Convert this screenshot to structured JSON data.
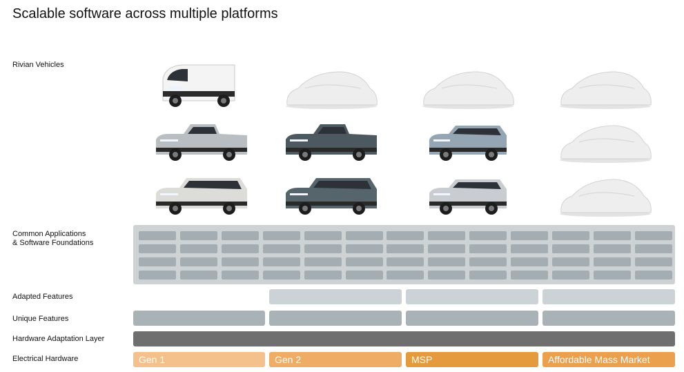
{
  "title": "Scalable software across multiple platforms",
  "rows": {
    "vehicles": "Rivian Vehicles",
    "common_line1": "Common Applications",
    "common_line2": "& Software Foundations",
    "adapted": "Adapted Features",
    "unique": "Unique Features",
    "hal": "Hardware Adaptation Layer",
    "electrical": "Electrical Hardware"
  },
  "platforms": [
    {
      "label": "Gen 1",
      "color": "#f4c08c"
    },
    {
      "label": "Gen 2",
      "color": "#efac64"
    },
    {
      "label": "MSP",
      "color": "#e69a3e"
    },
    {
      "label": "Affordable Mass Market",
      "color": "#eba04e"
    }
  ],
  "vehicles": [
    [
      {
        "kind": "van",
        "color": "#f4f4f4"
      },
      {
        "kind": "pickup",
        "color": "#b9bec3"
      },
      {
        "kind": "suv",
        "color": "#dcdcd8"
      }
    ],
    [
      {
        "kind": "covered",
        "color": "#eeeeee"
      },
      {
        "kind": "pickup",
        "color": "#4d5961"
      },
      {
        "kind": "suv",
        "color": "#56646b"
      }
    ],
    [
      {
        "kind": "covered",
        "color": "#eeeeee"
      },
      {
        "kind": "compact",
        "color": "#94a6b3"
      },
      {
        "kind": "compact",
        "color": "#c9ccd0"
      }
    ],
    [
      {
        "kind": "covered",
        "color": "#eeeeee"
      },
      {
        "kind": "covered",
        "color": "#eeeeee"
      },
      {
        "kind": "covered",
        "color": "#eeeeee"
      }
    ]
  ]
}
